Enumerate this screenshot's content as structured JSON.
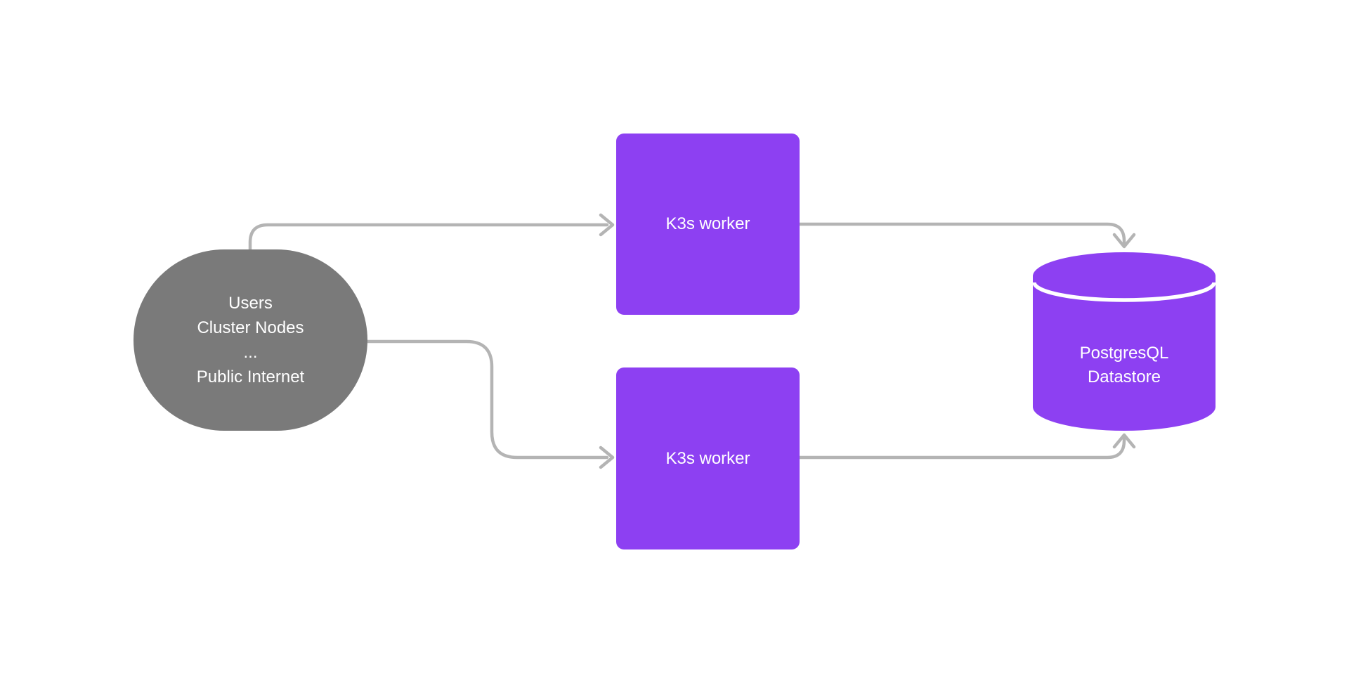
{
  "page": {
    "background": "#ffffff"
  },
  "diagram": {
    "colors": {
      "source_fill": "#7a7a7a",
      "purple_fill": "#8d40f2",
      "arrow_gray": "#b4b4b4",
      "label_text": "#ffffff",
      "cylinder_lid_line": "#ffffff"
    },
    "nodes": {
      "source": {
        "shape": "stadium",
        "lines": [
          "Users",
          "Cluster Nodes",
          "...",
          "Public Internet"
        ]
      },
      "worker_top": {
        "shape": "rounded-square",
        "label": "K3s worker"
      },
      "worker_bottom": {
        "shape": "rounded-square",
        "label": "K3s worker"
      },
      "datastore": {
        "shape": "cylinder",
        "lines": [
          "PostgresQL",
          "Datastore"
        ]
      }
    },
    "edges": [
      {
        "from": "source",
        "to": "worker_top"
      },
      {
        "from": "source",
        "to": "worker_bottom"
      },
      {
        "from": "worker_top",
        "to": "datastore"
      },
      {
        "from": "worker_bottom",
        "to": "datastore"
      }
    ]
  }
}
